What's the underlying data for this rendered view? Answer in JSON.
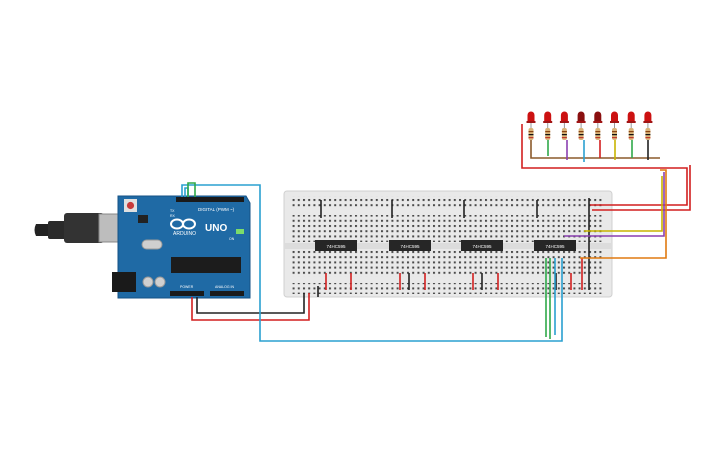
{
  "arduino": {
    "brand": "ARDUINO",
    "model": "UNO",
    "digital_label": "DIGITAL (PWM ~)",
    "power_label": "POWER",
    "analog_label": "ANALOG IN",
    "tx_label": "TX",
    "rx_label": "RX",
    "on_label": "ON"
  },
  "chips": [
    {
      "label": "74HC595"
    },
    {
      "label": "74HC595"
    },
    {
      "label": "74HC595"
    },
    {
      "label": "74HC595"
    }
  ],
  "leds": {
    "count": 8,
    "color": "#cc1111"
  },
  "colors": {
    "board": "#1f6aa5",
    "breadboard": "#e9e9e9",
    "wire_red": "#d21f1f",
    "wire_black": "#222222",
    "wire_blue": "#2aa0d0",
    "wire_green": "#2fa84a",
    "wire_orange": "#e07a10",
    "wire_purple": "#8a3fb0",
    "wire_brown": "#8b5a2b",
    "wire_yellow": "#c8b400"
  }
}
